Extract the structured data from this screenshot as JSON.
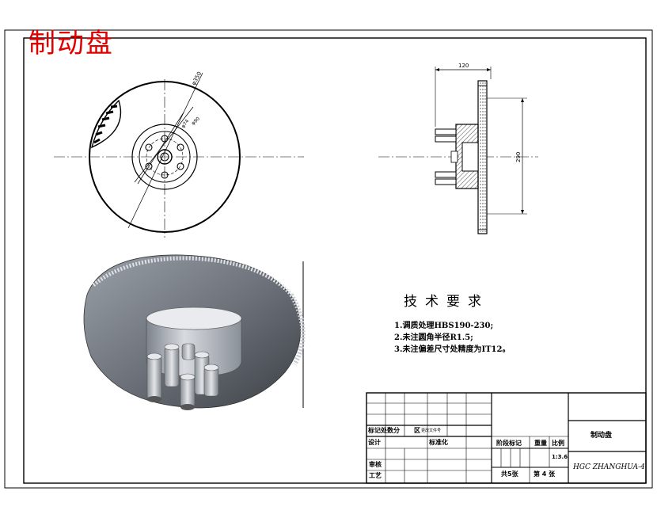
{
  "drawing_title": "制动盘",
  "dimensions": {
    "outer_diameter": "φ350",
    "bolt_circle_a": "φ74",
    "bolt_circle_b": "φ90",
    "hub_length": "120",
    "disc_height": "290"
  },
  "tech_requirements": {
    "heading": "技术要求",
    "items": [
      "1.调质处理HBS190-230;",
      "2.未注圆角半径R1.5;",
      "3.未注偏差尺寸处精度为IT12。"
    ]
  },
  "title_block": {
    "part_name": "制动盘",
    "drawing_number": "HGC  ZHANGHUA-4",
    "row_marks": "标记处数分",
    "row_marks_zone": "区",
    "row_marks_doc": "更改文件号",
    "design_label": "设计",
    "standardize_label": "标准化",
    "review_label": "审核",
    "process_label": "工艺",
    "stage_label": "阶段标记",
    "weight_label": "重量",
    "scale_label": "比例",
    "scale_value": "1:3.6",
    "total_sheets": "共5张",
    "sheet_no": "第 4  张"
  }
}
